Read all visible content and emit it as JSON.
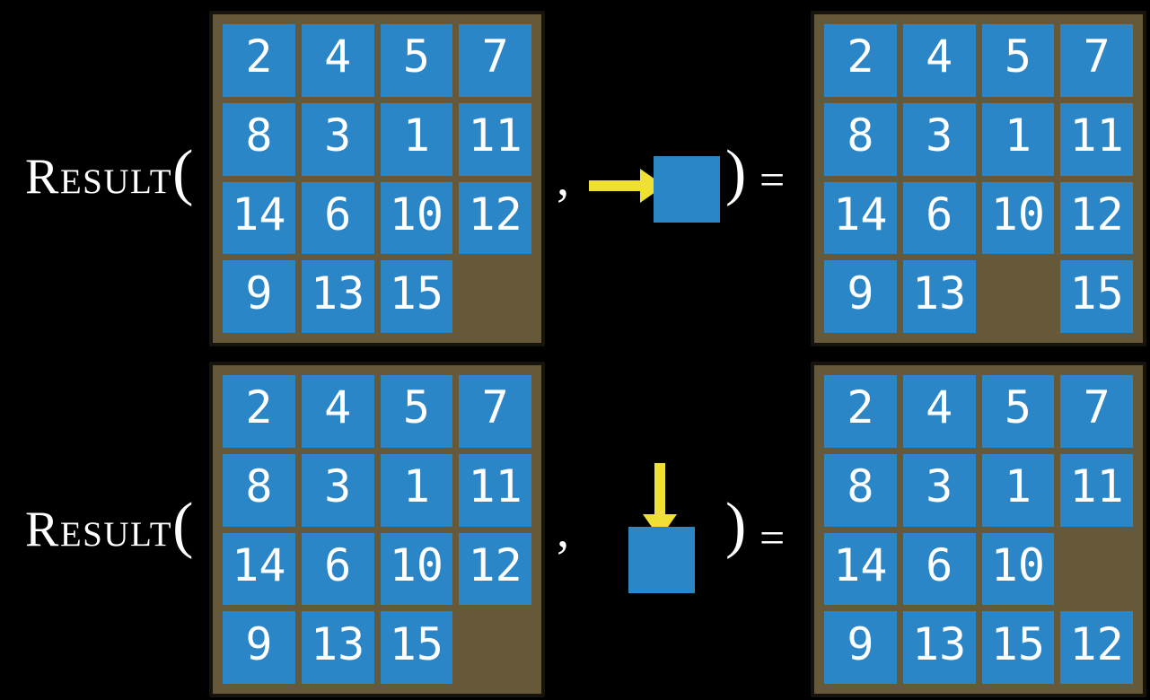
{
  "colors": {
    "background": "#000000",
    "board": "#655939",
    "board-border": "#17130d",
    "tile": "#2b86c8",
    "tile-text": "#ffffff",
    "arrow": "#f0df35",
    "text": "#ffffff"
  },
  "equation": {
    "function_name": "Result",
    "open_paren": "(",
    "comma": ",",
    "close_paren": ")",
    "equals": "="
  },
  "rows": [
    {
      "action": "right",
      "before": [
        [
          "2",
          "4",
          "5",
          "7"
        ],
        [
          "8",
          "3",
          "1",
          "11"
        ],
        [
          "14",
          "6",
          "10",
          "12"
        ],
        [
          "9",
          "13",
          "15",
          ""
        ]
      ],
      "after": [
        [
          "2",
          "4",
          "5",
          "7"
        ],
        [
          "8",
          "3",
          "1",
          "11"
        ],
        [
          "14",
          "6",
          "10",
          "12"
        ],
        [
          "9",
          "13",
          "",
          "15"
        ]
      ]
    },
    {
      "action": "down",
      "before": [
        [
          "2",
          "4",
          "5",
          "7"
        ],
        [
          "8",
          "3",
          "1",
          "11"
        ],
        [
          "14",
          "6",
          "10",
          "12"
        ],
        [
          "9",
          "13",
          "15",
          ""
        ]
      ],
      "after": [
        [
          "2",
          "4",
          "5",
          "7"
        ],
        [
          "8",
          "3",
          "1",
          "11"
        ],
        [
          "14",
          "6",
          "10",
          ""
        ],
        [
          "9",
          "13",
          "15",
          "12"
        ]
      ]
    }
  ]
}
